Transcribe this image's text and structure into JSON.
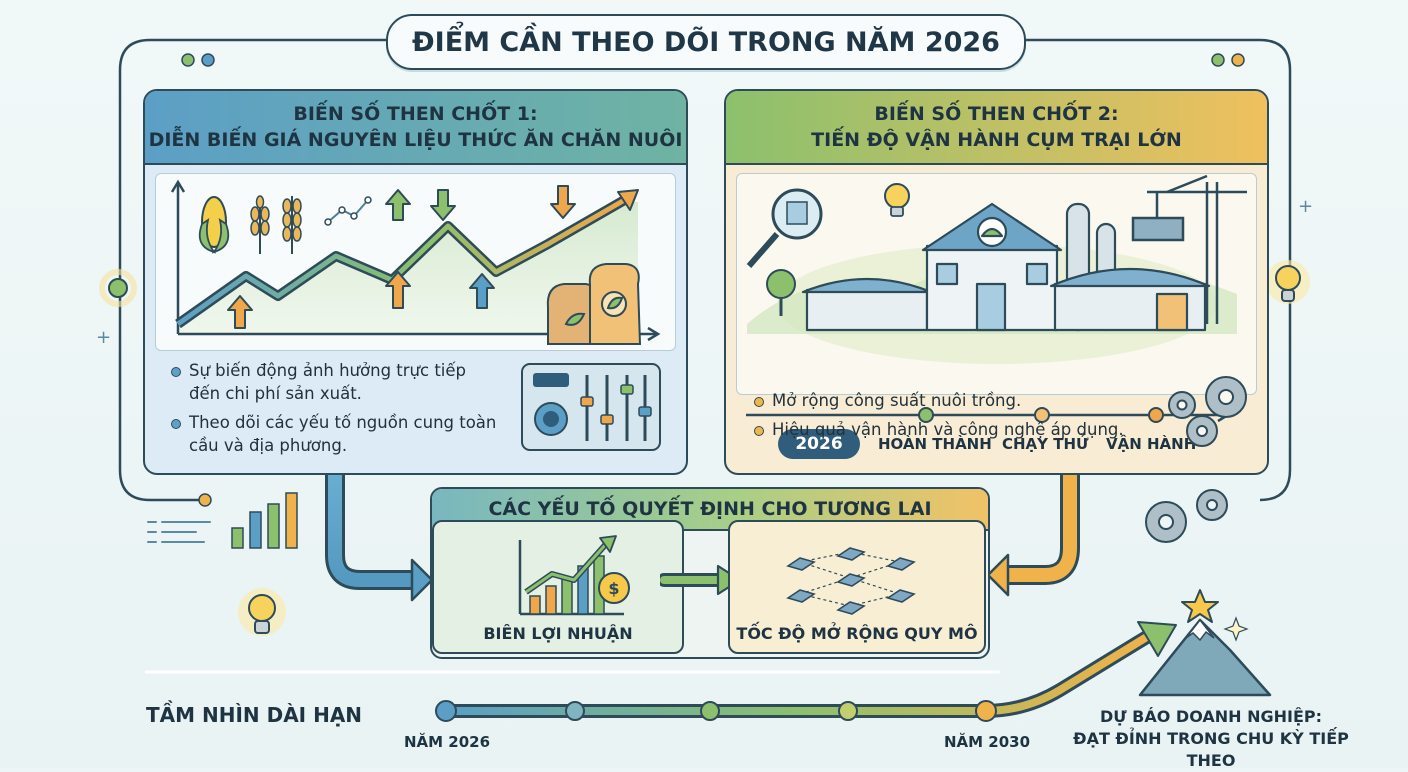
{
  "title": "ĐIỂM CẦN THEO DÕI TRONG NĂM 2026",
  "panel1": {
    "heading_line1": "BIẾN SỐ THEN CHỐT 1:",
    "heading_line2": "DIỄN BIẾN GIÁ NGUYÊN LIỆU THỨC ĂN CHĂN NUÔI",
    "bullets": [
      "Sự biến động ảnh hưởng trực tiếp đến chi phí sản xuất.",
      "Theo dõi các yếu tố nguồn cung toàn cầu và địa phương."
    ]
  },
  "panel2": {
    "heading_line1": "BIẾN SỐ THEN CHỐT 2:",
    "heading_line2": "TIẾN ĐỘ VẬN HÀNH CỤM TRẠI LỚN",
    "year": "2026",
    "timeline": [
      "HOÀN THÀNH",
      "CHẠY THỬ",
      "VẬN HÀNH"
    ],
    "bullets": [
      "Mở rộng công suất nuôi trồng.",
      "Hiệu quả vận hành và công nghệ áp dụng."
    ]
  },
  "panel3": {
    "heading": "CÁC YẾU TỐ QUYẾT ĐỊNH CHO TƯƠNG LAI",
    "card1": "BIÊN LỢI NHUẬN",
    "card2": "TỐC ĐỘ MỞ RỘNG QUY MÔ"
  },
  "longterm": {
    "title": "TẦM NHÌN DÀI HẠN",
    "start": "NĂM 2026",
    "end": "NĂM 2030",
    "forecast_line1": "DỰ BÁO DOANH NGHIỆP:",
    "forecast_line2": "ĐẠT ĐỈNH TRONG CHU KỲ TIẾP THEO"
  },
  "colors": {
    "navy": "#2e4b5a",
    "blue": "#5c9fc6",
    "green": "#8cc06d",
    "orange": "#f0a64a"
  }
}
